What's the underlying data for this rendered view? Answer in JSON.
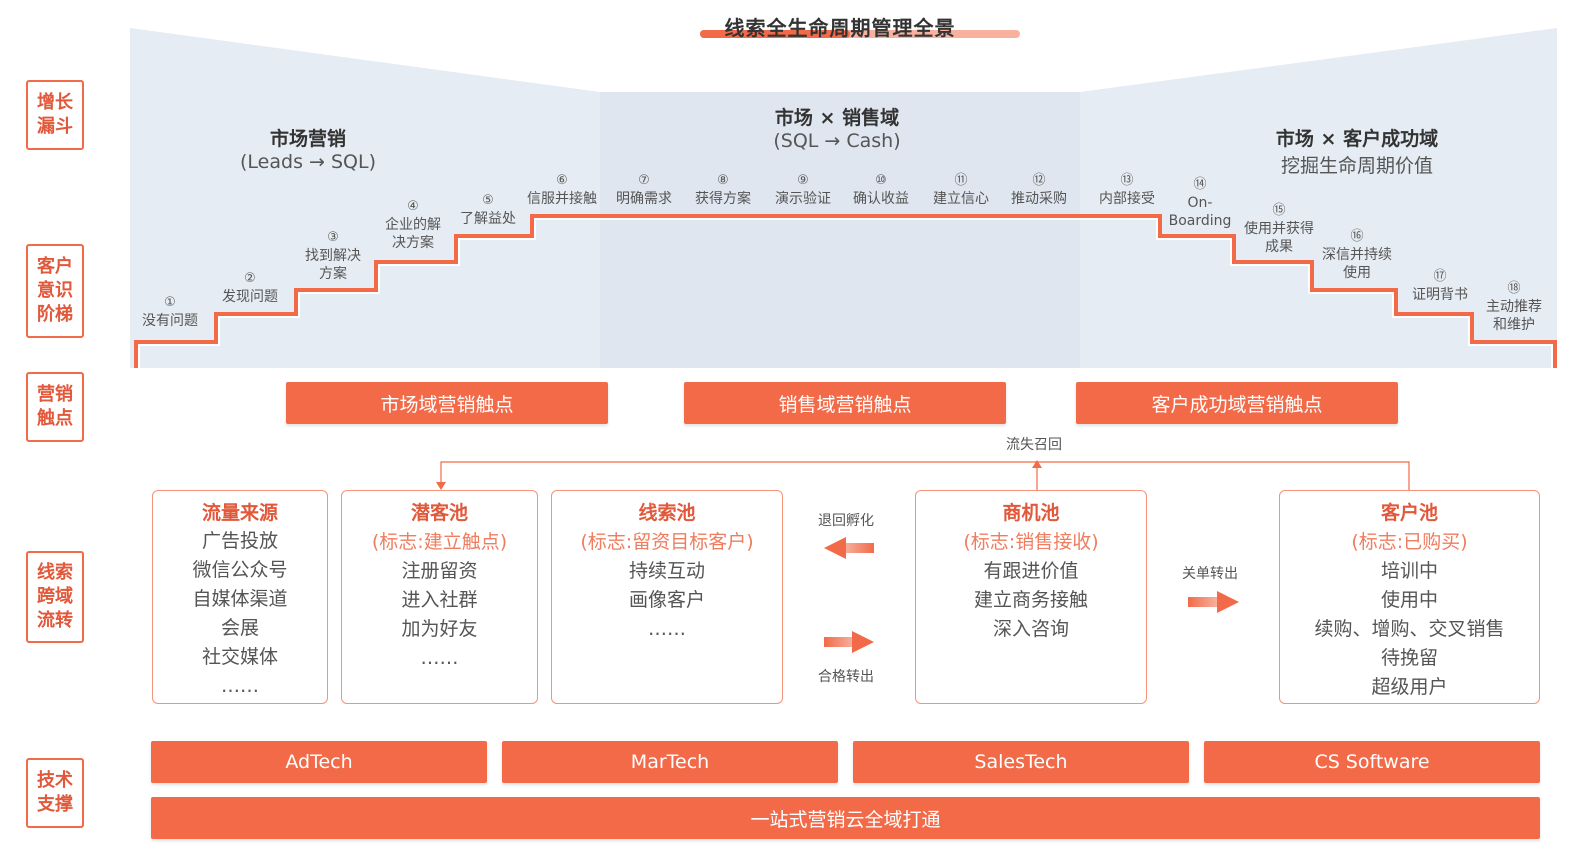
{
  "title": "线索全生命周期管理全景",
  "side_labels": {
    "funnel": "增长漏斗",
    "awareness": "客户意识阶梯",
    "touchpoints": "营销触点",
    "flow": "线索跨域流转",
    "tech": "技术支撑"
  },
  "domains": {
    "market": {
      "name": "市场营销",
      "sub": "(Leads → SQL)"
    },
    "sales": {
      "name": "市场 × 销售域",
      "sub": "(SQL → Cash)"
    },
    "success": {
      "name": "市场 × 客户成功域",
      "sub": "挖掘生命周期价值"
    }
  },
  "stages": [
    {
      "num": "①",
      "label": "没有问题"
    },
    {
      "num": "②",
      "label": "发现问题"
    },
    {
      "num": "③",
      "label": "找到解决方案"
    },
    {
      "num": "④",
      "label": "企业的解决方案"
    },
    {
      "num": "⑤",
      "label": "了解益处"
    },
    {
      "num": "⑥",
      "label": "信服并接触"
    },
    {
      "num": "⑦",
      "label": "明确需求"
    },
    {
      "num": "⑧",
      "label": "获得方案"
    },
    {
      "num": "⑨",
      "label": "演示验证"
    },
    {
      "num": "⑩",
      "label": "确认收益"
    },
    {
      "num": "⑪",
      "label": "建立信心"
    },
    {
      "num": "⑫",
      "label": "推动采购"
    },
    {
      "num": "⑬",
      "label": "内部接受"
    },
    {
      "num": "⑭",
      "label": "On-Boarding"
    },
    {
      "num": "⑮",
      "label": "使用并获得成果"
    },
    {
      "num": "⑯",
      "label": "深信并持续使用"
    },
    {
      "num": "⑰",
      "label": "证明背书"
    },
    {
      "num": "⑱",
      "label": "主动推荐和维护"
    }
  ],
  "touchpoints": [
    "市场域营销触点",
    "销售域营销触点",
    "客户成功域营销触点"
  ],
  "pools": {
    "traffic": {
      "title": "流量来源",
      "items": [
        "广告投放",
        "微信公众号",
        "自媒体渠道",
        "会展",
        "社交媒体",
        "……"
      ]
    },
    "prospect": {
      "title": "潜客池",
      "sub": "(标志:建立触点)",
      "items": [
        "注册留资",
        "进入社群",
        "加为好友",
        "……"
      ]
    },
    "leads": {
      "title": "线索池",
      "sub": "(标志:留资目标客户)",
      "items": [
        "持续互动",
        "画像客户",
        "……"
      ]
    },
    "opportunity": {
      "title": "商机池",
      "sub": "(标志:销售接收)",
      "items": [
        "有跟进价值",
        "建立商务接触",
        "深入咨询"
      ]
    },
    "customer": {
      "title": "客户池",
      "sub": "(标志:已购买)",
      "items": [
        "培训中",
        "使用中",
        "续购、增购、交叉销售",
        "待挽留",
        "超级用户"
      ]
    }
  },
  "flow_labels": {
    "churn_recall": "流失召回",
    "return_incubate": "退回孵化",
    "qualified_out": "合格转出",
    "close_out": "关单转出"
  },
  "tech": [
    "AdTech",
    "MarTech",
    "SalesTech",
    "CS Software"
  ],
  "platform": "一站式营销云全域打通",
  "colors": {
    "accent": "#f26a48",
    "panel": "#e3eaf2"
  }
}
